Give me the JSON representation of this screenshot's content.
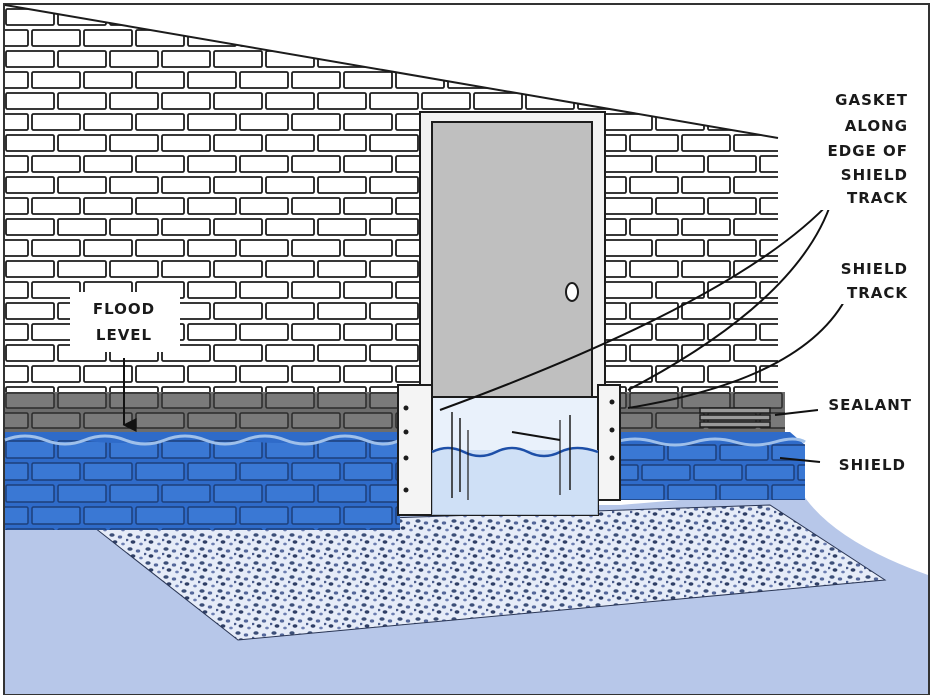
{
  "labels": {
    "gasket": [
      "GASKET",
      "ALONG",
      "EDGE OF",
      "SHIELD",
      "TRACK"
    ],
    "shield_track": [
      "SHIELD",
      "TRACK"
    ],
    "sealant": "SEALANT",
    "shield": "SHIELD",
    "flood_level": [
      "FLOOD",
      "LEVEL"
    ]
  },
  "colors": {
    "brick_fill": "#ffffff",
    "brick_stroke": "#1c1c1c",
    "dark_band": "#6d6d6d",
    "water": "#2f6bc9",
    "water_light": "#9fc0ea",
    "ground": "#b7c7e9",
    "gravel": "#dfe6f6",
    "door": "#bfbfbf",
    "frame": "#f2f2f2",
    "shield_panel": "#e9f1fb"
  }
}
